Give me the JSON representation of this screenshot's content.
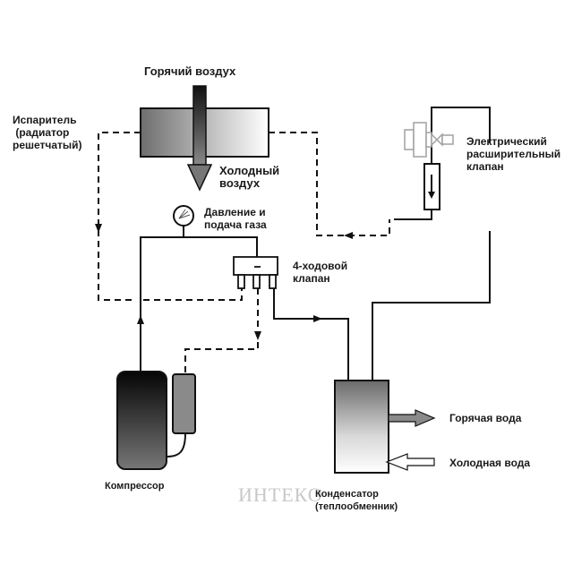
{
  "diagram": {
    "title": "Heat pump refrigerant circuit",
    "labels": {
      "hot_air": "Горячий воздух",
      "evaporator": "Испаритель\n (радиатор\nрешетчатый)",
      "cold_air": "Холодный\nвоздух",
      "pressure": "Давление и\nподача газа",
      "four_way_valve": "4-ходовой\nклапан",
      "expansion_valve": "Электрический\nрасширительный\nклапан",
      "compressor": "Компрессор",
      "condenser": "Конденсатор\n(теплообменник)",
      "hot_water": "Горячая вода",
      "cold_water": "Холодная вода"
    },
    "watermark": "ИНТЕКО",
    "colors": {
      "line": "#111111",
      "compressor_dark": "#111111",
      "accumulator": "#8a8a8a",
      "valve_grey": "#a0a0a0"
    }
  }
}
